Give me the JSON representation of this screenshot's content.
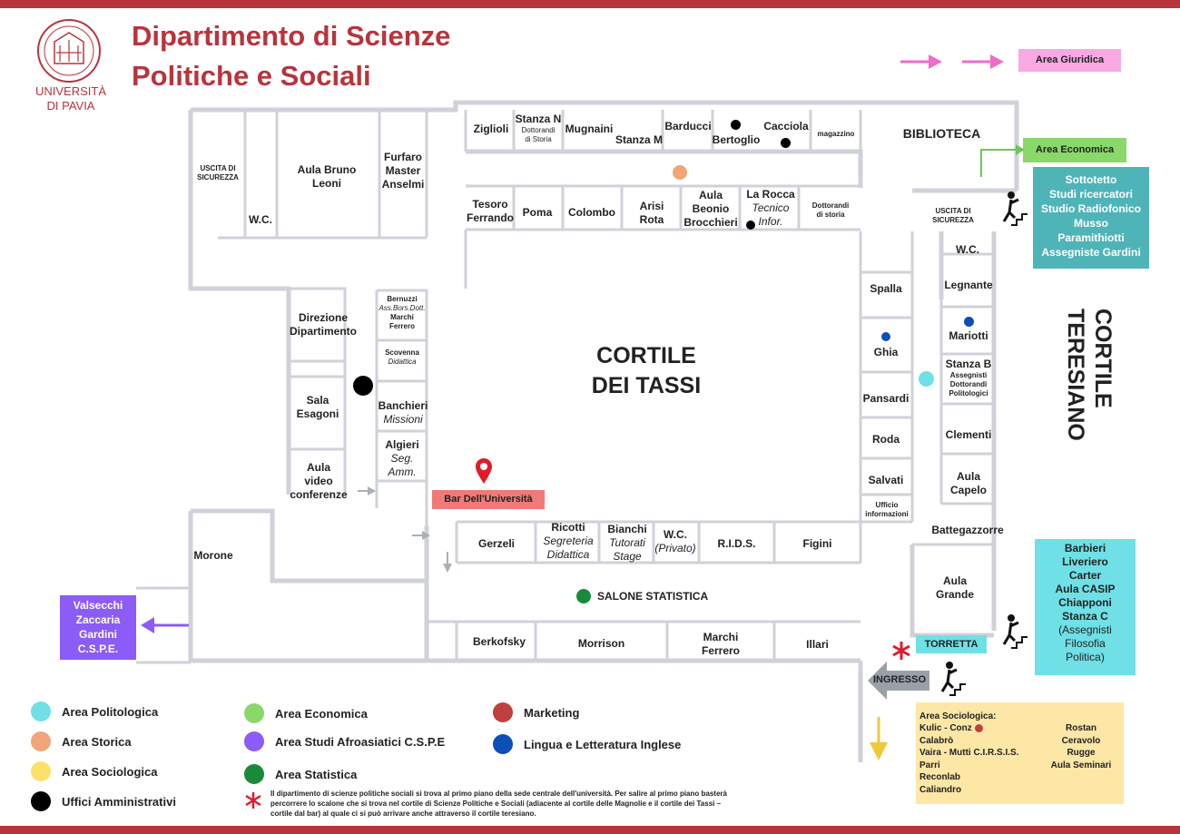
{
  "header": {
    "university": "UNIVERSITÀ\nDI PAVIA",
    "title_line1": "Dipartimento di Scienze",
    "title_line2": "Politiche e Sociali"
  },
  "colors": {
    "brand_red": "#b8343c",
    "politologica": "#6ee0e6",
    "storica": "#f0a678",
    "sociologica": "#fae26a",
    "amministrativi": "#000000",
    "economica": "#8ad86a",
    "afroasiatici": "#8b5cf6",
    "statistica": "#1a8a3a",
    "marketing": "#c0403f",
    "inglese": "#0d4fb8",
    "giuridica": "#f9a8e4"
  },
  "areas": {
    "giuridica": "Area Giuridica",
    "economica": "Area Economica",
    "sottotetto": [
      "Sottotetto",
      "Studi ricercatori",
      "Studio Radiofonico",
      "Musso",
      "Paramithiotti",
      "Assegniste Gardini"
    ],
    "barbieri_box": [
      "Barbieri",
      "Liveriero",
      "Carter",
      "Aula CASIP",
      "Chiapponi",
      "Stanza C"
    ],
    "barbieri_box_note": "(Assegnisti\nFilosofia\nPolitica)",
    "valsecchi_box": [
      "Valsecchi",
      "Zaccaria",
      "Gardini",
      "C.S.P.E."
    ],
    "torretta": "TORRETTA",
    "ingresso": "INGRESSO",
    "sociologica_title": "Area Sociologica:",
    "sociologica_left": [
      "Kulic - Conz",
      "Calabrò",
      "Vaira - Mutti C.I.R.S.I.S.",
      "Parri",
      "Reconlab",
      "Caliandro"
    ],
    "sociologica_right": [
      "Rostan",
      "Ceravolo",
      "Rugge",
      "Aula Seminari"
    ]
  },
  "courtyards": {
    "tassi": "CORTILE\nDEI TASSI",
    "teresiano": "CORTILE\nTERESIANO"
  },
  "rooms": {
    "uscita_left": "USCITA DI\nSICUREZZA",
    "wc_left": "W.C.",
    "aula_bruno": "Aula Bruno\nLeoni",
    "furfaro": "Furfaro\nMaster\nAnselmi",
    "ziglioli": "Ziglioli",
    "stanza_n": "Stanza N",
    "stanza_n_sub": "Dottorandi\ndi Storia",
    "mugnaini": "Mugnaini",
    "stanza_m": "Stanza M",
    "barducci": "Barducci",
    "bertoglio": "Bertoglio",
    "cacciola": "Cacciola",
    "magazzino": "magazzino",
    "biblioteca": "BIBLIOTECA",
    "tesoro": "Tesoro\nFerrando",
    "poma": "Poma",
    "colombo": "Colombo",
    "arisi": "Arisi\nRota",
    "aula_beonio": "Aula\nBeonio\nBrocchieri",
    "la_rocca": "La Rocca",
    "la_rocca_sub": "Tecnico\nInfor.",
    "dottorandi_storia": "Dottorandi\ndi storia",
    "uscita_right": "USCITA DI\nSICUREZZA",
    "wc_right": "W.C.",
    "legnante": "Legnante",
    "mariotti": "Mariotti",
    "stanza_b": "Stanza B",
    "stanza_b_sub": "Assegnisti\nDottorandi\nPolitologici",
    "clementi": "Clementi",
    "aula_capelo": "Aula\nCapelo",
    "battegazzorre": "Battegazzorre",
    "aula_grande": "Aula\nGrande",
    "spalla": "Spalla",
    "ghia": "Ghia",
    "pansardi": "Pansardi",
    "roda": "Roda",
    "salvati": "Salvati",
    "ufficio_info": "Ufficio\ninformazioni",
    "direzione": "Direzione\nDipartimento",
    "bernuzzi": "Bernuzzi",
    "bernuzzi_sub": "Ass.Bors.Dott.",
    "marchi_ferrero_small": "Marchi\nFerrero",
    "scovenna": "Scovenna",
    "scovenna_sub": "Didattica",
    "sala_esagoni": "Sala\nEsagoni",
    "banchieri": "Banchieri",
    "banchieri_sub": "Missioni",
    "algieri": "Algieri",
    "algieri_sub": "Seg.\nAmm.",
    "aula_video": "Aula\nvideo\nconferenze",
    "bar": "Bar Dell'Università",
    "morone": "Morone",
    "gerzeli": "Gerzeli",
    "ricotti": "Ricotti",
    "ricotti_sub": "Segreteria\nDidattica",
    "bianchi": "Bianchi",
    "bianchi_sub": "Tutorati\nStage",
    "wc_privato": "W.C.",
    "wc_privato_sub": "(Privato)",
    "rids": "R.I.D.S.",
    "figini": "Figini",
    "salone": "SALONE STATISTICA",
    "berkofsky": "Berkofsky",
    "morrison": "Morrison",
    "marchi_ferrero": "Marchi\nFerrero",
    "illari": "Illari"
  },
  "legend": [
    {
      "label": "Area Politologica",
      "color": "#6ee0e6"
    },
    {
      "label": "Area Storica",
      "color": "#f0a678"
    },
    {
      "label": "Area Sociologica",
      "color": "#fae26a"
    },
    {
      "label": "Uffici Amministrativi",
      "color": "#000000"
    },
    {
      "label": "Area Economica",
      "color": "#8ad86a"
    },
    {
      "label": "Area Studi Afroasiatici C.S.P.E",
      "color": "#8b5cf6"
    },
    {
      "label": "Area Statistica",
      "color": "#1a8a3a"
    },
    {
      "label": "Marketing",
      "color": "#c0403f"
    },
    {
      "label": "Lingua e Letteratura Inglese",
      "color": "#0d4fb8"
    }
  ],
  "footnote": "Il dipartimento di scienze politiche sociali si trova al primo piano della sede centrale dell'università. Per salire al primo piano basterà percorrere lo scalone che si trova nel cortile di Scienze Politiche e Sociali (adiacente al cortile delle Magnolie e il cortile dei Tassi – cortile dal bar) al quale ci si può arrivare anche attraverso il cortile teresiano."
}
